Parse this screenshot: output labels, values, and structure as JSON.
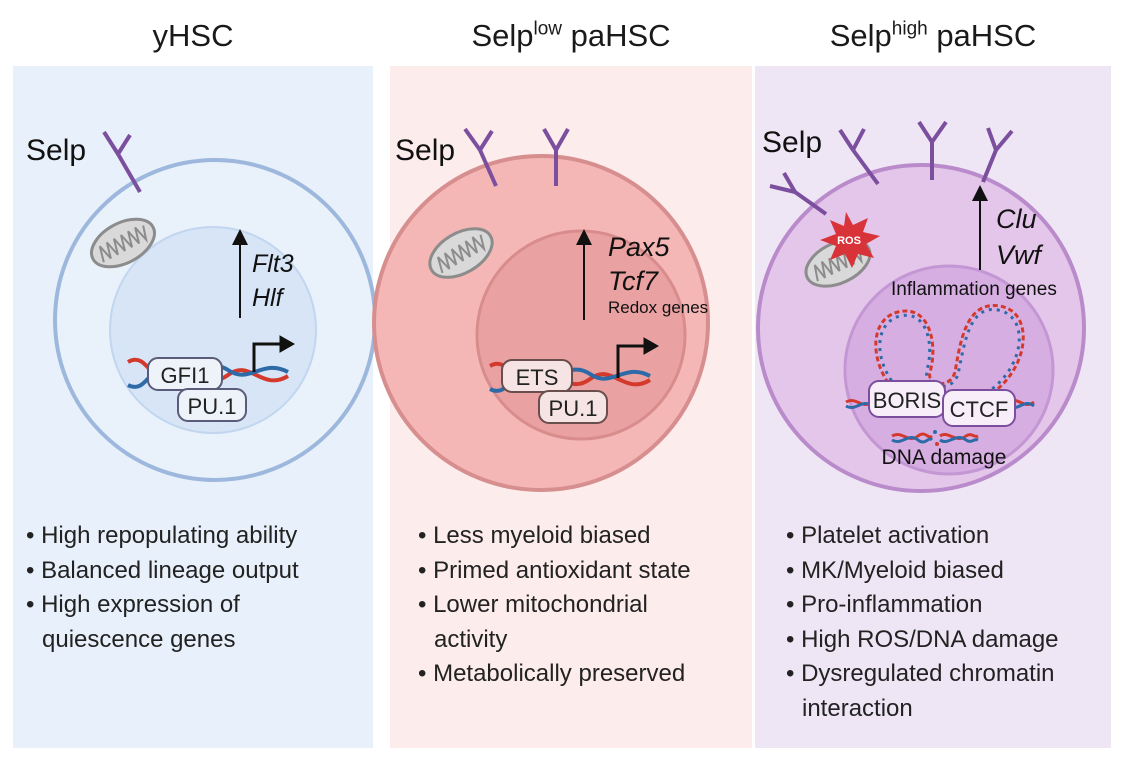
{
  "panels": [
    {
      "title_main": "yHSC",
      "title_sup": "",
      "title_suffix": "",
      "receptor_label": "Selp",
      "genes": [
        "Flt3",
        "Hlf"
      ],
      "gene_note": "",
      "factors": [
        "GFI1",
        "PU.1"
      ],
      "bullets": [
        "High repopulating ability",
        "Balanced lineage output",
        "High expression of quiescence genes"
      ],
      "bg_color": "#e8f1fb",
      "accent_color": "#9db8dc"
    },
    {
      "title_main": "Selp",
      "title_sup": "low",
      "title_suffix": " paHSC",
      "receptor_label": "Selp",
      "genes": [
        "Pax5",
        "Tcf7"
      ],
      "gene_note": "Redox genes",
      "factors": [
        "ETS",
        "PU.1"
      ],
      "bullets": [
        "Less myeloid biased",
        "Primed antioxidant state",
        "Lower mitochondrial activity",
        "Metabolically preserved"
      ],
      "bg_color": "#fcecec",
      "accent_color": "#d78e8e"
    },
    {
      "title_main": "Selp",
      "title_sup": "high",
      "title_suffix": " paHSC",
      "receptor_label": "Selp",
      "genes": [
        "Clu",
        "Vwf"
      ],
      "gene_note": "Inflammation genes",
      "factors": [
        "BORIS",
        "CTCF"
      ],
      "ros_label": "ROS",
      "dna_label": "DNA damage",
      "bullets": [
        "Platelet activation",
        "MK/Myeloid biased",
        "Pro-inflammation",
        "High ROS/DNA damage",
        "Dysregulated chromatin interaction"
      ],
      "bg_color": "#efe6f5",
      "accent_color": "#b98bcb"
    }
  ],
  "colors": {
    "receptor": "#7b4f9e",
    "dna_red": "#d43a2c",
    "dna_blue": "#2d6aa8",
    "ros": "#d9333a"
  }
}
